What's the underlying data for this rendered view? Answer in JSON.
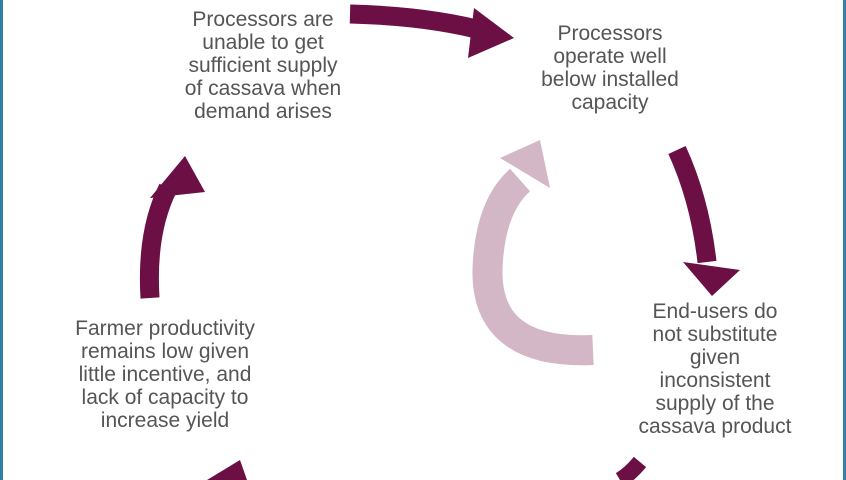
{
  "colors": {
    "border": "#2f7fa6",
    "arrow_primary": "#6b0f44",
    "arrow_center": "#d4b7c6",
    "text": "#555555"
  },
  "nodes": [
    {
      "id": "n1",
      "text": "Processors are\nunable to get\nsufficient supply\nof cassava when\ndemand arises"
    },
    {
      "id": "n2",
      "text": "Processors\noperate well\nbelow installed\ncapacity"
    },
    {
      "id": "n3",
      "text": "End-users do\nnot substitute\ngiven\ninconsistent\nsupply of the\ncassava product"
    },
    {
      "id": "n4",
      "text": "Farmer productivity\nremains low given\nlittle incentive, and\nlack of capacity to\nincrease yield"
    }
  ]
}
